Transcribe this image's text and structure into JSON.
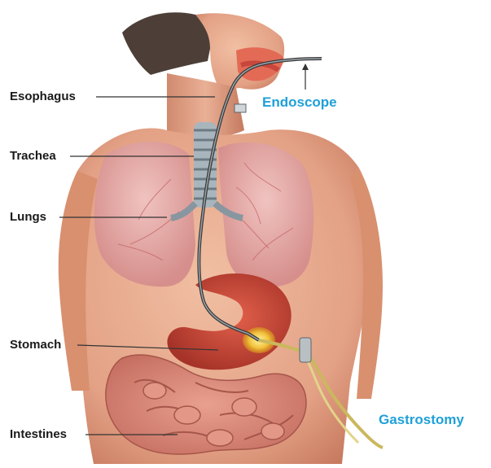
{
  "labels": {
    "esophagus": "Esophagus",
    "trachea": "Trachea",
    "lungs": "Lungs",
    "stomach": "Stomach",
    "intestines": "Intestines",
    "endoscope": "Endoscope",
    "gastrostomy": "Gastrostomy"
  },
  "colors": {
    "skin": "#e8a889",
    "skin_shadow": "#c9775d",
    "lung": "#e4a7a6",
    "lung_vessel": "#c96f6f",
    "stomach": "#c94a3c",
    "intestine": "#d67b6b",
    "tube": "#4a4a4a",
    "gastrostomy_tube": "#d8c772",
    "accent_blue": "#1fa0d8"
  }
}
